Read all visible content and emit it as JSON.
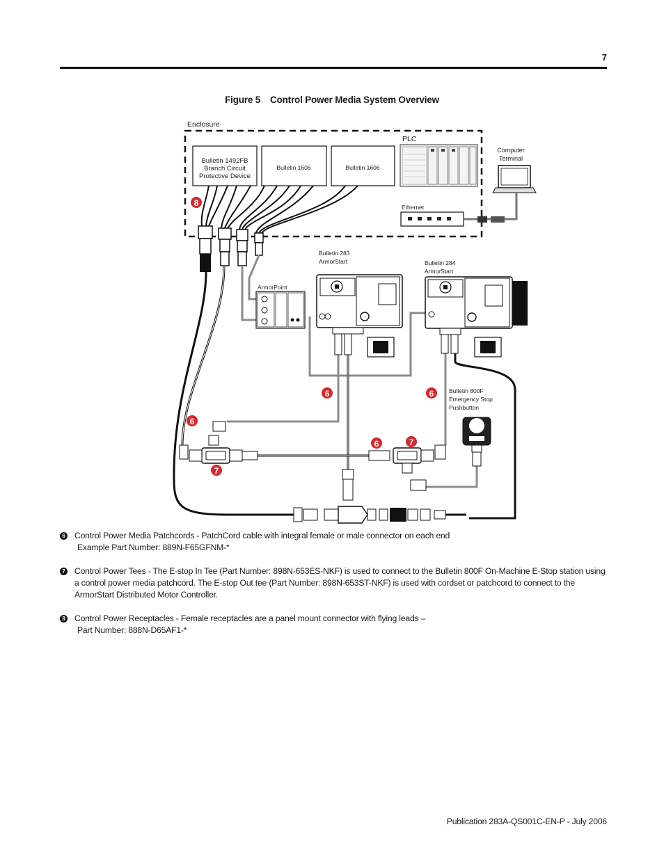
{
  "page": {
    "number": "7",
    "footer": "Publication 283A-QS001C-EN-P - July 2006"
  },
  "figure": {
    "number": "Figure 5",
    "title": "Control Power Media System Overview",
    "labels": {
      "enclosure": "Enclosure",
      "plc": "PLC",
      "computer_terminal_line1": "Computer",
      "computer_terminal_line2": "Terminal",
      "bulletin_1492fb_line1": "Bulletin 1492FB",
      "bulletin_1492fb_line2": "Branch Circuit",
      "bulletin_1492fb_line3": "Protective Device",
      "bulletin_1606_a": "Bulletin 1606",
      "bulletin_1606_b": "Bulletin 1606",
      "ethernet": "Ethernet",
      "armorpoint": "ArmorPoint",
      "bulletin_283_line1": "Bulletin 283",
      "bulletin_283_line2": "ArmorStart",
      "bulletin_284_line1": "Bulletin 284",
      "bulletin_284_line2": "ArmorStart",
      "bulletin_800f_line1": "Bulletin 800F",
      "bulletin_800f_line2": "Emergency Stop",
      "bulletin_800f_line3": "Pushbutton"
    },
    "callouts": {
      "six": "6",
      "seven": "7",
      "eight": "8"
    }
  },
  "notes": [
    {
      "bullet": "6",
      "lines": [
        "Control Power Media Patchcords  - PatchCord cable with integral female or male connector on each end",
        "Example Part Number: 889N-F65GFNM-*"
      ]
    },
    {
      "bullet": "7",
      "lines": [
        "Control Power Tees - The E-stop In Tee (Part Number: 898N-653ES-NKF) is used to connect to the Bulletin 800F On-Machine E-Stop station using a control power media patchcord. The E-stop Out tee (Part Number: 898N-653ST-NKF) is used with cordset or patchcord to connect to the ArmorStart Distributed Motor Controller."
      ]
    },
    {
      "bullet": "8",
      "lines": [
        "Control Power Receptacles - Female receptacles are a panel mount connector with flying leads –",
        "Part Number: 888N-D65AF1-*"
      ]
    }
  ],
  "colors": {
    "callout_red": "#d7282f",
    "cable_gray": "#8c8c8c",
    "ink": "#1a1a1a"
  }
}
